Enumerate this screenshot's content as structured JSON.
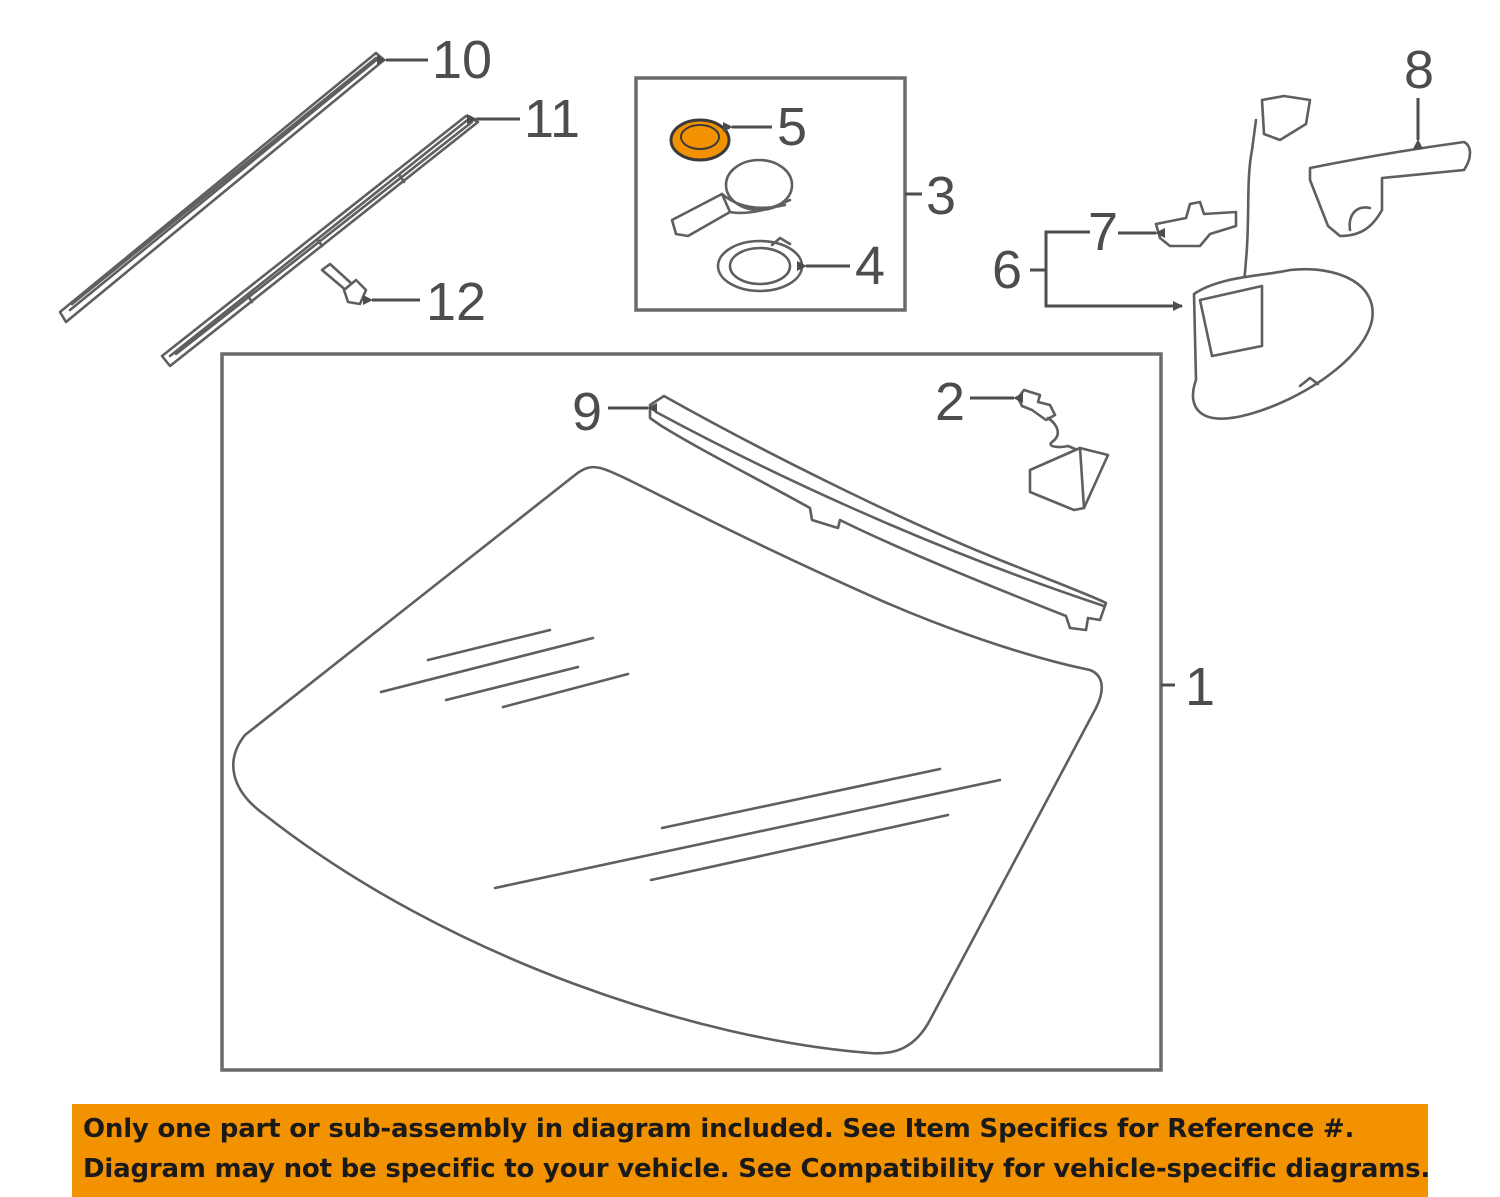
{
  "callouts": {
    "c1": "1",
    "c2": "2",
    "c3": "3",
    "c4": "4",
    "c5": "5",
    "c6": "6",
    "c7": "7",
    "c8": "8",
    "c9": "9",
    "c10": "10",
    "c11": "11",
    "c12": "12"
  },
  "highlight_color": "#f39200",
  "banner": {
    "line1": "Only one part or sub-assembly in diagram included. See Item Specifics for Reference #.",
    "line2": "Diagram may not be specific to your vehicle. See Compatibility for vehicle-specific diagrams."
  }
}
